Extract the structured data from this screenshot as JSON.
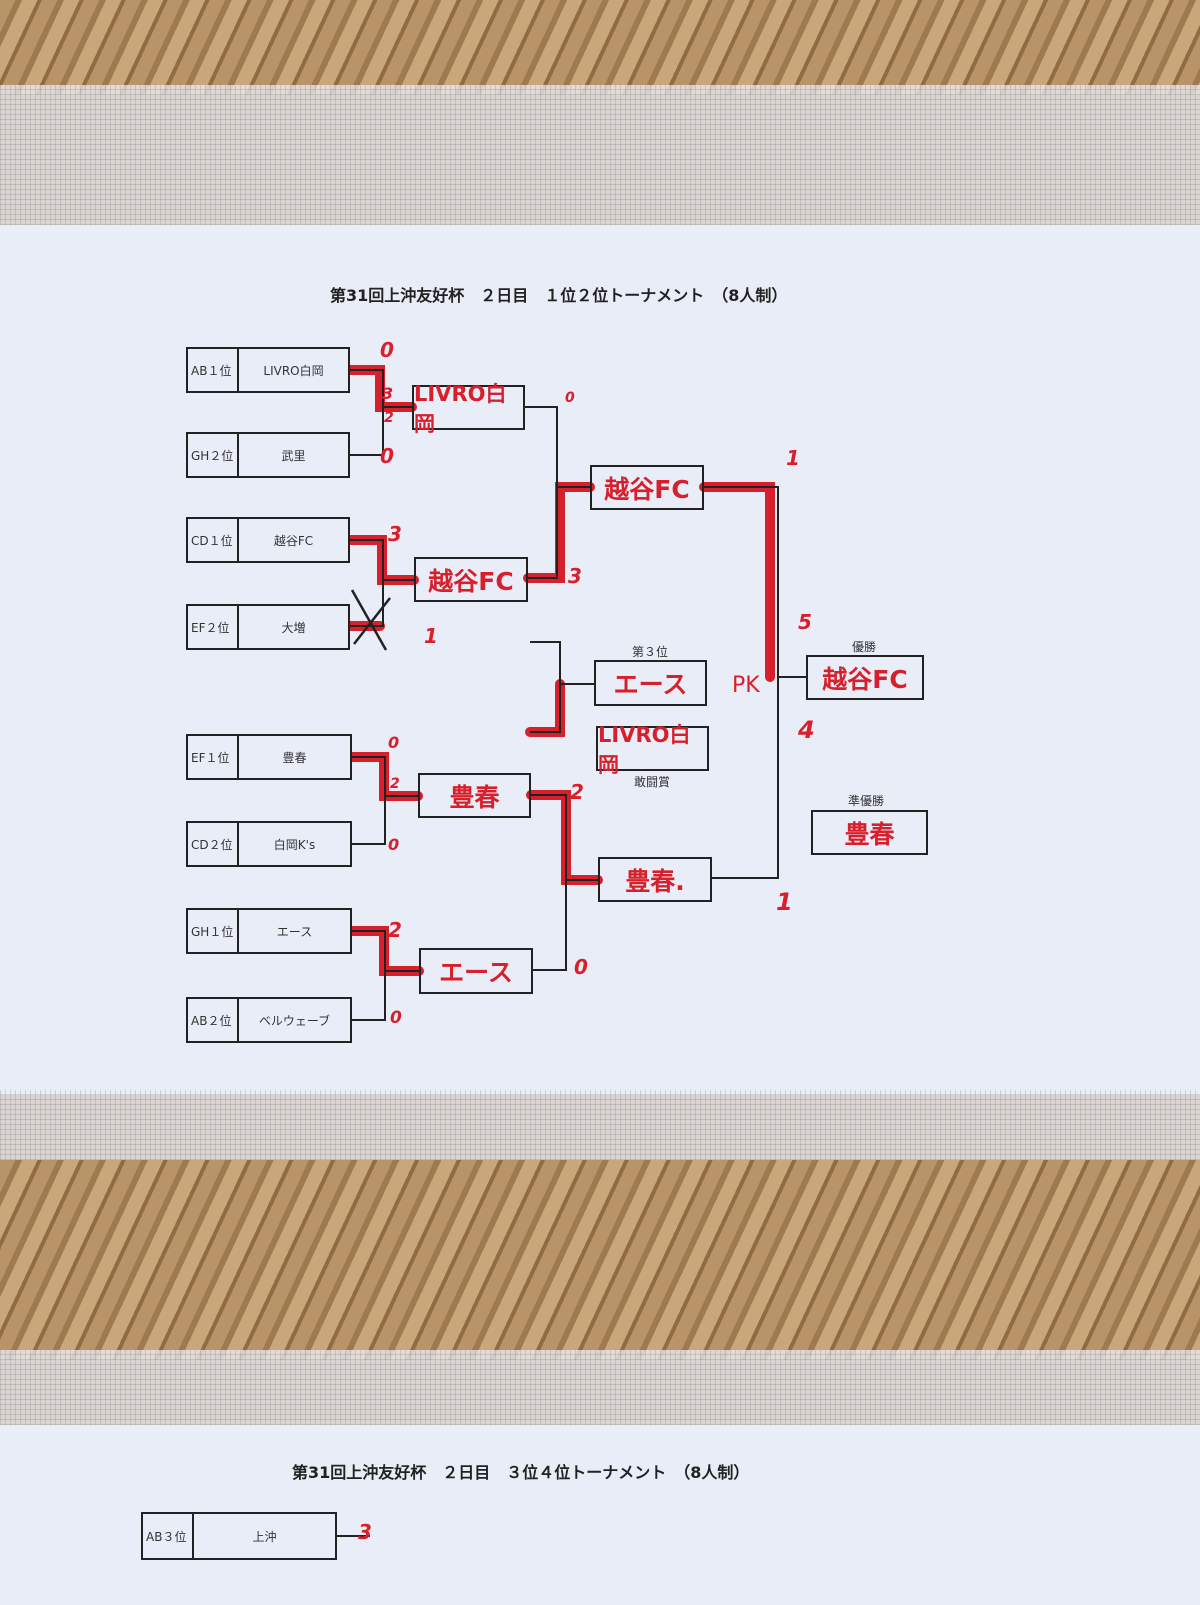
{
  "sheet1": {
    "title": "第31回上沖友好杯　２日目　１位２位トーナメント　（8人制）",
    "entries": [
      {
        "seed": "AB１位",
        "team": "LIVRO白岡"
      },
      {
        "seed": "GH２位",
        "team": "武里"
      },
      {
        "seed": "CD１位",
        "team": "越谷FC"
      },
      {
        "seed": "EF２位",
        "team": "大増"
      },
      {
        "seed": "EF１位",
        "team": "豊春"
      },
      {
        "seed": "CD２位",
        "team": "白岡K's"
      },
      {
        "seed": "GH１位",
        "team": "エース"
      },
      {
        "seed": "AB２位",
        "team": "ベルウェーブ"
      }
    ],
    "round1_winners": [
      "LIVRO白岡",
      "越谷FC",
      "豊春",
      "エース"
    ],
    "semifinal_winners": [
      "越谷FC",
      "豊春."
    ],
    "scores": {
      "r1m1": [
        "0",
        "3",
        "2",
        "0"
      ],
      "r1m2": [
        "3",
        "1"
      ],
      "r1m3": [
        "0",
        "2",
        "0"
      ],
      "r1m4": [
        "2",
        "0"
      ],
      "sf1": [
        "0",
        "3"
      ],
      "sf2": [
        "2",
        "0"
      ],
      "final": [
        "1",
        "5",
        "PK",
        "4",
        "1"
      ]
    },
    "third_place": {
      "label": "第３位",
      "team": "エース"
    },
    "fighting_spirit": {
      "label": "敢闘賞",
      "team": "LIVRO白岡"
    },
    "champion": {
      "label": "優勝",
      "team": "越谷FC"
    },
    "runner_up": {
      "label": "準優勝",
      "team": "豊春"
    }
  },
  "sheet2": {
    "title": "第31回上沖友好杯　２日目　３位４位トーナメント　（8人制）",
    "entries": [
      {
        "seed": "AB３位",
        "team": "上沖"
      }
    ],
    "scores": [
      "3"
    ]
  },
  "colors": {
    "marker": "#d8202c",
    "paper": "#e8edf8",
    "ink": "#222222"
  }
}
